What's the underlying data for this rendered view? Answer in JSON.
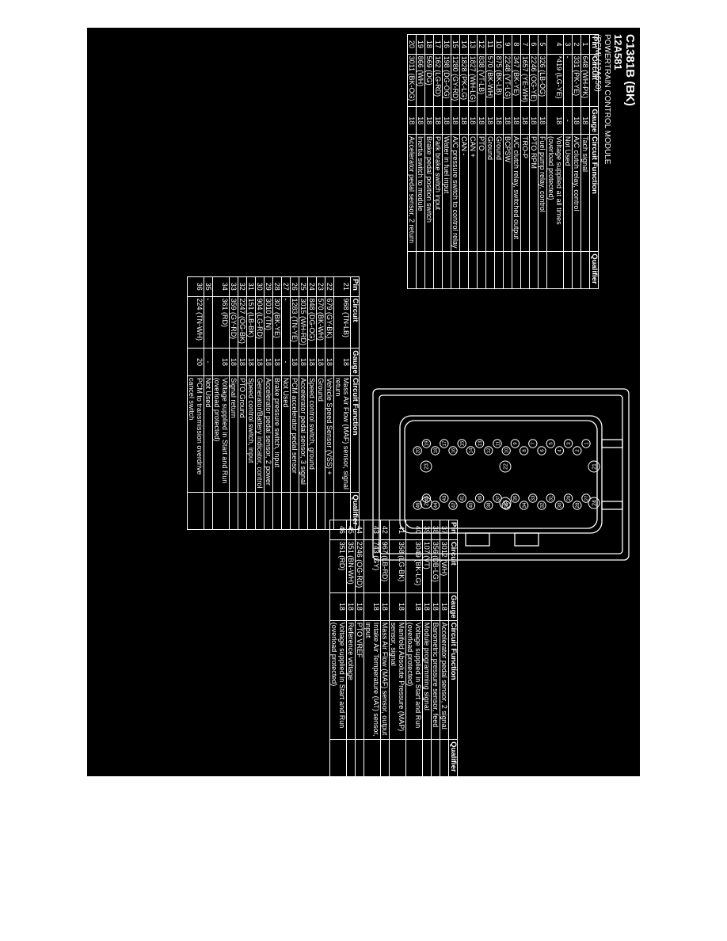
{
  "header": {
    "connector": "C1381B (BK)",
    "part": "12A581",
    "module": "POWERTRAIN CONTROL MODULE",
    "module_code": "(PCM) (12A650)"
  },
  "columns": [
    "Pin",
    "Circuit",
    "Gauge",
    "Circuit Function",
    "Qualifier"
  ],
  "table1": [
    {
      "pin": "1",
      "circuit": "648 (WH-PK)",
      "gauge": "18",
      "func": "Tach signal"
    },
    {
      "pin": "2",
      "circuit": "331 (PK-YE)",
      "gauge": "18",
      "func": "A/C clutch relay, control"
    },
    {
      "pin": "3",
      "circuit": "-",
      "gauge": "-",
      "func": "Not Used"
    },
    {
      "pin": "4",
      "circuit": "*419 (LG-YE)",
      "gauge": "18",
      "func": "Voltage supplied at all times (overload protected)"
    },
    {
      "pin": "5",
      "circuit": "326 (LB-OG)",
      "gauge": "18",
      "func": "Fuel pump relay, control"
    },
    {
      "pin": "6",
      "circuit": "2246 (OG-YE)",
      "gauge": "18",
      "func": "PTO RPM"
    },
    {
      "pin": "7",
      "circuit": "1657 (YE-WH)",
      "gauge": "18",
      "func": "TRO-P"
    },
    {
      "pin": "8",
      "circuit": "347 (BK-YE)",
      "gauge": "18",
      "func": "A/C clutch relay, switched output"
    },
    {
      "pin": "9",
      "circuit": "2248 (VT-LG)",
      "gauge": "18",
      "func": "BCPSW"
    },
    {
      "pin": "10",
      "circuit": "875 (BK-LB)",
      "gauge": "18",
      "func": "Ground"
    },
    {
      "pin": "11",
      "circuit": "570 (BK-WH)",
      "gauge": "18",
      "func": "Ground"
    },
    {
      "pin": "12",
      "circuit": "838 (VT-LB)",
      "gauge": "18",
      "func": "PTO"
    },
    {
      "pin": "13",
      "circuit": "1827 (WH-LG)",
      "gauge": "18",
      "func": "CAN +"
    },
    {
      "pin": "14",
      "circuit": "1828 (PK-LG)",
      "gauge": "18",
      "func": "CAN -"
    },
    {
      "pin": "15",
      "circuit": "1280 (GY-RD)",
      "gauge": "18",
      "func": "A/C pressure switch to control relay"
    },
    {
      "pin": "16",
      "circuit": "198 (DG-OG)",
      "gauge": "18",
      "func": "Water in fuel input"
    },
    {
      "pin": "17",
      "circuit": "162 (LG-RD)",
      "gauge": "18",
      "func": "Park brake switch input"
    },
    {
      "pin": "18",
      "circuit": "569 (DG)",
      "gauge": "18",
      "func": "Brake pedal position switch"
    },
    {
      "pin": "19",
      "circuit": "866 (WH)",
      "gauge": "18",
      "func": "Inertia switch to module"
    },
    {
      "pin": "20",
      "circuit": "3011 (BK-OG)",
      "gauge": "18",
      "func": "Accelerator pedal sensor, 2 return"
    }
  ],
  "table2": [
    {
      "pin": "21",
      "circuit": "968 (TN-LB)",
      "gauge": "18",
      "func": "Mass Air Flow (MAF) sensor, signal return"
    },
    {
      "pin": "22",
      "circuit": "679 (GY-BK)",
      "gauge": "18",
      "func": "Vehicle Speed Sensor (VSS) +"
    },
    {
      "pin": "23",
      "circuit": "570 (BK-WH)",
      "gauge": "18",
      "func": "Ground"
    },
    {
      "pin": "24",
      "circuit": "848 (DG-OG)",
      "gauge": "18",
      "func": "Speed control switch, ground"
    },
    {
      "pin": "25",
      "circuit": "3015 (WH-RD)",
      "gauge": "18",
      "func": "Accelerator pedal sensor, 3 signal"
    },
    {
      "pin": "26",
      "circuit": "1283 (TN-YE)",
      "gauge": "18",
      "func": "PCM accelerator pedal sensor"
    },
    {
      "pin": "27",
      "circuit": "-",
      "gauge": "-",
      "func": "Not Used"
    },
    {
      "pin": "28",
      "circuit": "307 (BK-YE)",
      "gauge": "18",
      "func": "Brake pressure switch, input"
    },
    {
      "pin": "29",
      "circuit": "3010 (TN)",
      "gauge": "18",
      "func": "Accelerator pedal sensor, 2 power"
    },
    {
      "pin": "30",
      "circuit": "904 (LG-RD)",
      "gauge": "18",
      "func": "Generator/Battery indicator, control"
    },
    {
      "pin": "31",
      "circuit": "151 (LB-BK)",
      "gauge": "18",
      "func": "Speed control switch, input"
    },
    {
      "pin": "32",
      "circuit": "2247 (OG-BK)",
      "gauge": "18",
      "func": "PTO Ground"
    },
    {
      "pin": "33",
      "circuit": "359 (GY-RD)",
      "gauge": "18",
      "func": "Signal return"
    },
    {
      "pin": "34",
      "circuit": "361 (RD)",
      "gauge": "18",
      "func": "Voltage supplied in Start and Run (overload protected)"
    },
    {
      "pin": "35",
      "circuit": "-",
      "gauge": "-",
      "func": "Not Used"
    },
    {
      "pin": "36",
      "circuit": "224 (TN-WH)",
      "gauge": "20",
      "func": "PCM to transmission overdrive cancel switch"
    }
  ],
  "table3": [
    {
      "pin": "37",
      "circuit": "3012 (WH)",
      "gauge": "18",
      "func": "Accelerator pedal sensor, 2 signal"
    },
    {
      "pin": "38",
      "circuit": "356 (DB-LG)",
      "gauge": "18",
      "func": "Barometric pressure sensor, feed"
    },
    {
      "pin": "39",
      "circuit": "107 (VT)",
      "gauge": "18",
      "func": "Module programming signal"
    },
    {
      "pin": "40",
      "circuit": "3049 (BK-LG)",
      "gauge": "18",
      "func": "Voltage supplied in Start and Run (overload protected)"
    },
    {
      "pin": "41",
      "circuit": "358 (LG-BK)",
      "gauge": "18",
      "func": "Manifold Absolute Pressure (MAP) sensor, signal"
    },
    {
      "pin": "42",
      "circuit": "967 (LB-RD)",
      "gauge": "18",
      "func": "Mass Air Flow (MAF) sensor, output"
    },
    {
      "pin": "43",
      "circuit": "743 (GY)",
      "gauge": "18",
      "func": "Intake Air Temperature (IAT) sensor, input"
    },
    {
      "pin": "44",
      "circuit": "2246 (OG-RD)",
      "gauge": "18",
      "func": "PTO VREF"
    },
    {
      "pin": "45",
      "circuit": "351 (BN-WH)",
      "gauge": "18",
      "func": "Reference voltage"
    },
    {
      "pin": "46",
      "circuit": "351 (RD)",
      "gauge": "18",
      "func": "Voltage supplied in Start and Run (overload protected)"
    }
  ],
  "connector_pins": {
    "row_a": [
      "1",
      "2",
      "3",
      "4",
      "5",
      "6",
      "7",
      "8",
      "9",
      "10",
      "11",
      "12",
      "13",
      "14",
      "15",
      "16",
      "17",
      "18",
      "19",
      "20"
    ],
    "row_b": [
      "27",
      "28",
      "29",
      "30",
      "31",
      "32",
      "33",
      "34",
      "35",
      "36",
      "37",
      "38",
      "39",
      "40",
      "41",
      "42",
      "43",
      "44",
      "45",
      "46"
    ],
    "side": [
      "21",
      "22",
      "23",
      "24",
      "25",
      "26"
    ]
  }
}
